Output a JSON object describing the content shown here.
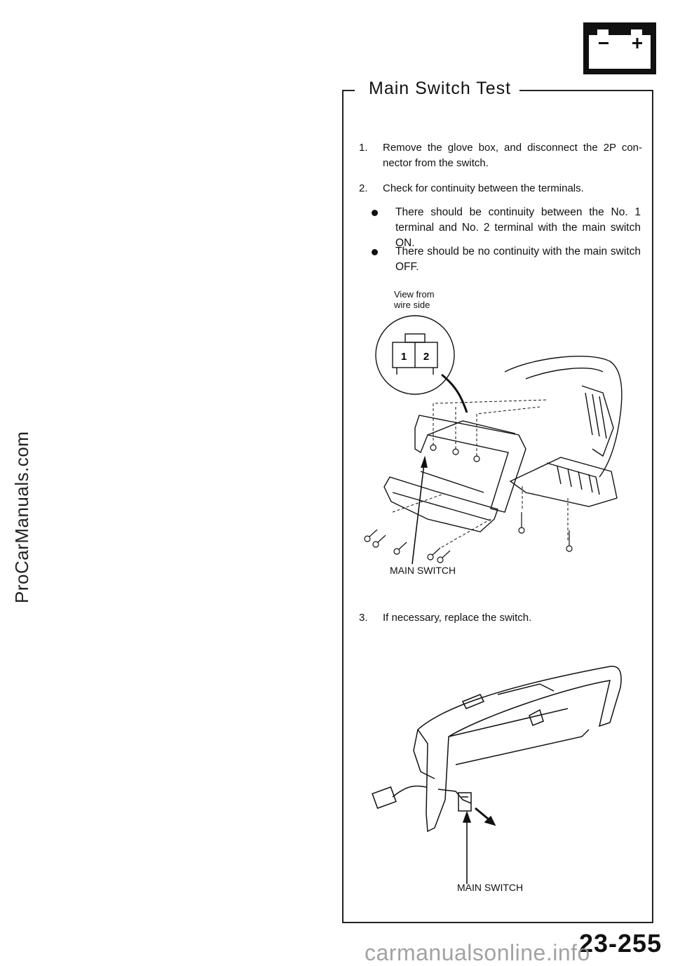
{
  "watermark": {
    "side": "ProCarManuals.com",
    "footer": "carmanualsonline.info"
  },
  "header": {
    "icon": "battery-icon",
    "title": "Main Switch Test"
  },
  "steps": [
    {
      "num": "1.",
      "text": "Remove the glove box, and disconnect the 2P con- nector from the switch."
    },
    {
      "num": "2.",
      "text": "Check for continuity between the terminals."
    },
    {
      "num": "3.",
      "text": "If necessary, replace the switch."
    }
  ],
  "bullets": [
    "There should be continuity between the No. 1 terminal and No. 2 terminal with the main switch ON.",
    "There should be no continuity with the main switch OFF."
  ],
  "figure1": {
    "view_caption_line1": "View from",
    "view_caption_line2": "wire side",
    "terminal_1": "1",
    "terminal_2": "2",
    "callout": "MAIN SWITCH"
  },
  "figure2": {
    "callout": "MAIN SWITCH"
  },
  "page_number": "23-255"
}
